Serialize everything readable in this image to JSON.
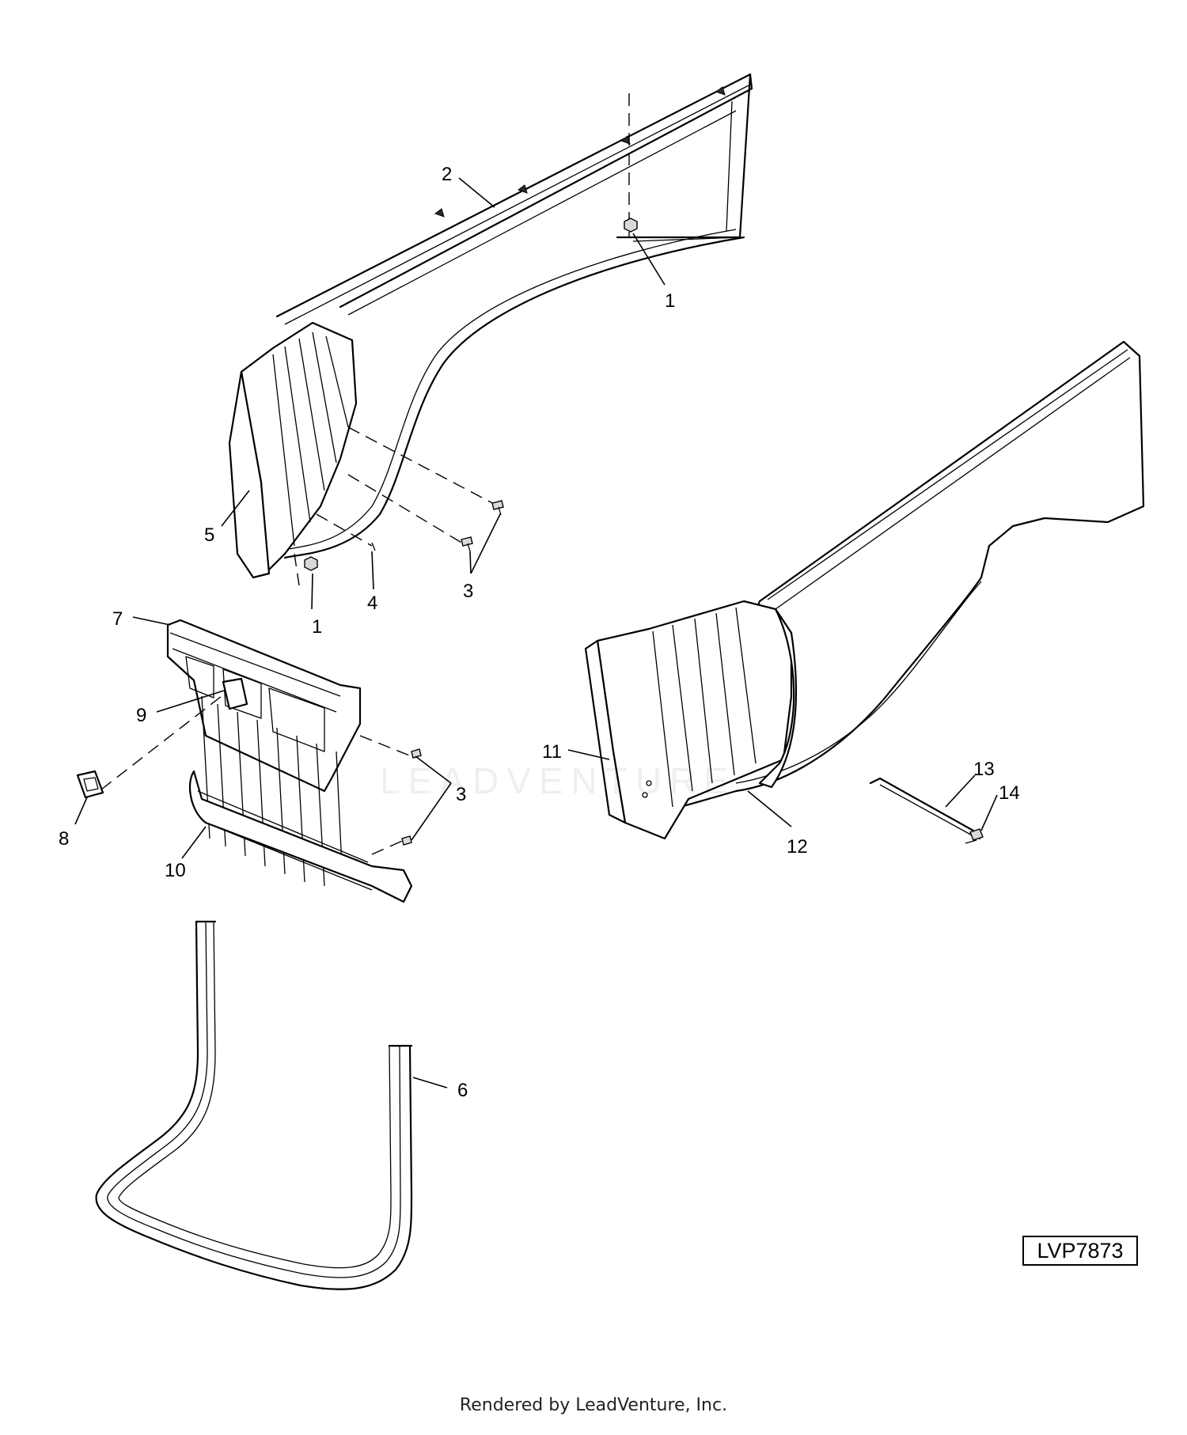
{
  "diagram": {
    "callouts": [
      {
        "id": "c1a",
        "label": "1"
      },
      {
        "id": "c2",
        "label": "2"
      },
      {
        "id": "c5",
        "label": "5"
      },
      {
        "id": "c4",
        "label": "4"
      },
      {
        "id": "c3a",
        "label": "3"
      },
      {
        "id": "c1b",
        "label": "1"
      },
      {
        "id": "c7",
        "label": "7"
      },
      {
        "id": "c9",
        "label": "9"
      },
      {
        "id": "c8",
        "label": "8"
      },
      {
        "id": "c10",
        "label": "10"
      },
      {
        "id": "c3b",
        "label": "3"
      },
      {
        "id": "c11",
        "label": "11"
      },
      {
        "id": "c12",
        "label": "12"
      },
      {
        "id": "c13",
        "label": "13"
      },
      {
        "id": "c14",
        "label": "14"
      },
      {
        "id": "c6",
        "label": "6"
      }
    ],
    "drawing_code": "LVP7873",
    "watermark": "LEADVENTURE",
    "footer": "Rendered by LeadVenture, Inc."
  }
}
